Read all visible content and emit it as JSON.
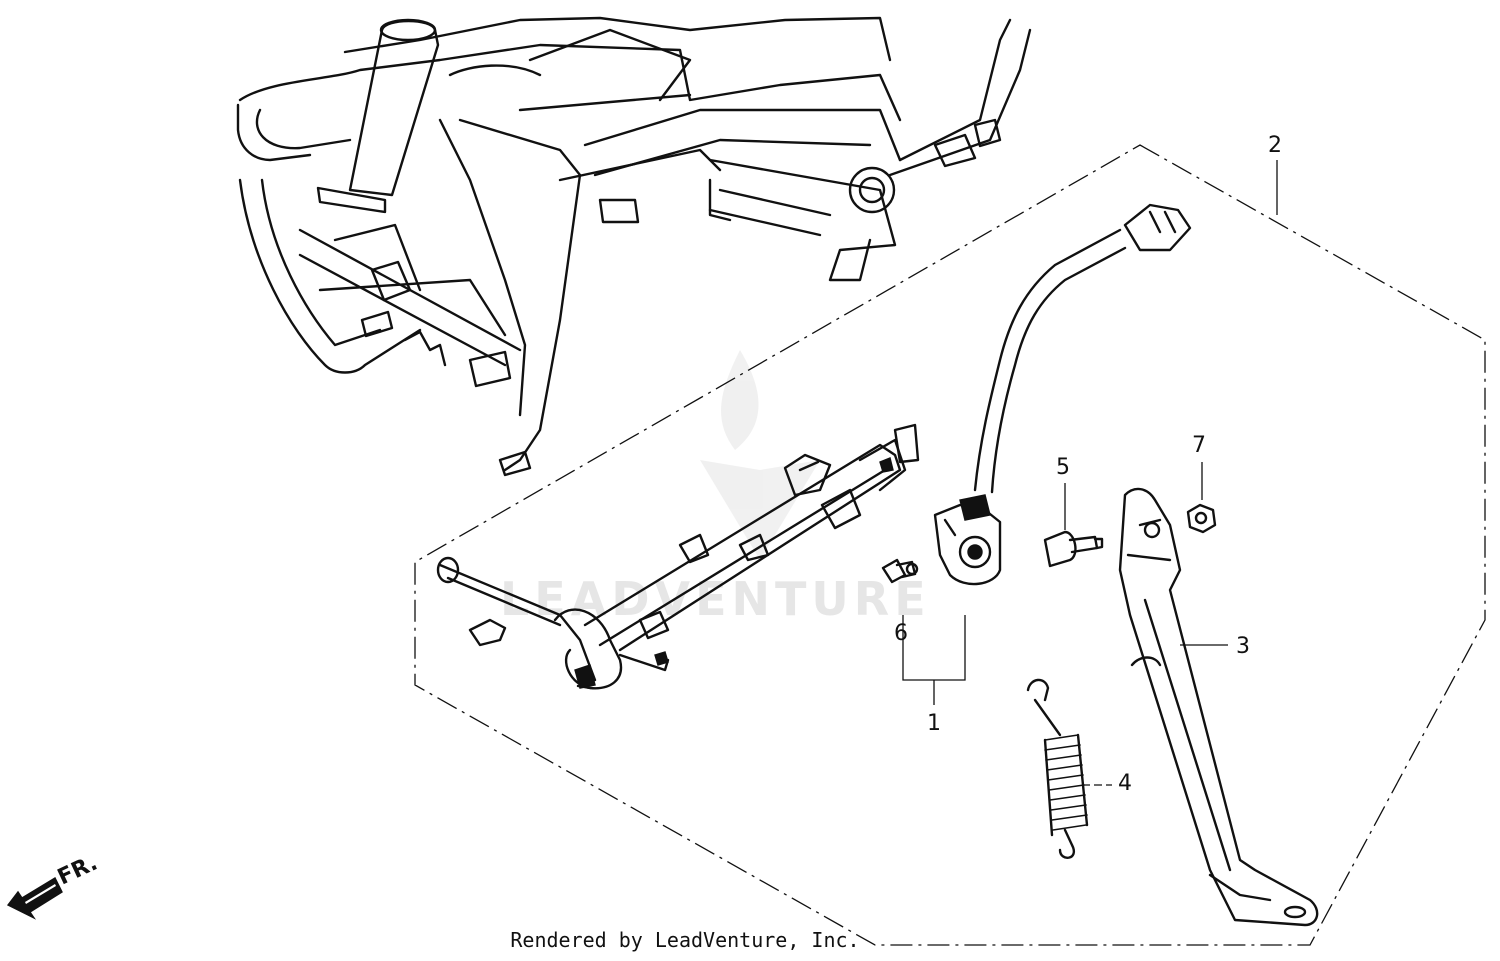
{
  "diagram": {
    "callouts": {
      "c1": "1",
      "c2": "2",
      "c3": "3",
      "c4": "4",
      "c5": "5",
      "c6": "6",
      "c7": "7"
    },
    "direction_label": "FR.",
    "watermark_text": "LEADVENTURE",
    "credit": "Rendered by LeadVenture, Inc."
  }
}
